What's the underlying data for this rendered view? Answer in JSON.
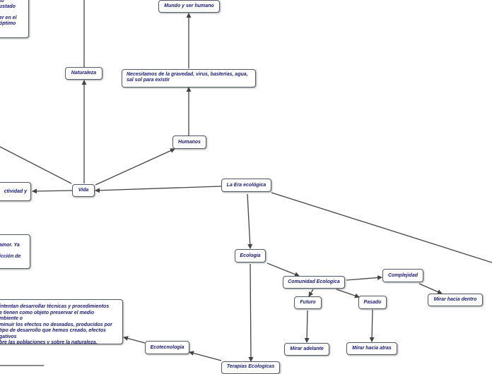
{
  "colors": {
    "node_text": "#1a1a7a",
    "node_border": "#555b66",
    "connector": "#444444",
    "background": "#ffffff"
  },
  "nodes": {
    "mundo": "Mundo y ser humano",
    "naturaleza": "Naturaleza",
    "necesitamos": "Necesitamos de la gravedad, virus, basterias, agua,\nsal sol para existir",
    "humanos": "Humanos",
    "vida": "Vida",
    "actividad": "ctividad y",
    "era": "La Era ecológica",
    "ecologia": "Ecologia",
    "comunidad": "Comunidad Ecologica",
    "complejidad": "Complejidad",
    "mirar_dentro": "Mirar hacia dentro",
    "futuro": "Futuro",
    "pasado": "Pasado",
    "mirar_adelante": "Mirar adelante",
    "mirar_atras": "Mirar hacia atras",
    "ecotecnologia": "Ecotecnologia",
    "terapias": "Terapias Ecologicas",
    "ecotec_desc": "intentan desarrollar técnicas y procedimientos\ne tienen como objeto preservar el medio\nmbiente o\nminuir los efectos no deseados, producidos por\ntipo de desarrollo que hemos creado, efectos\ngativos\nbre las poblaciones y sobre la naturaleza.",
    "top_left_frag": "to\nustado\n\ner en el\nóptimo",
    "mid_left_frag": "\namor. Ya\n\nicción de"
  }
}
